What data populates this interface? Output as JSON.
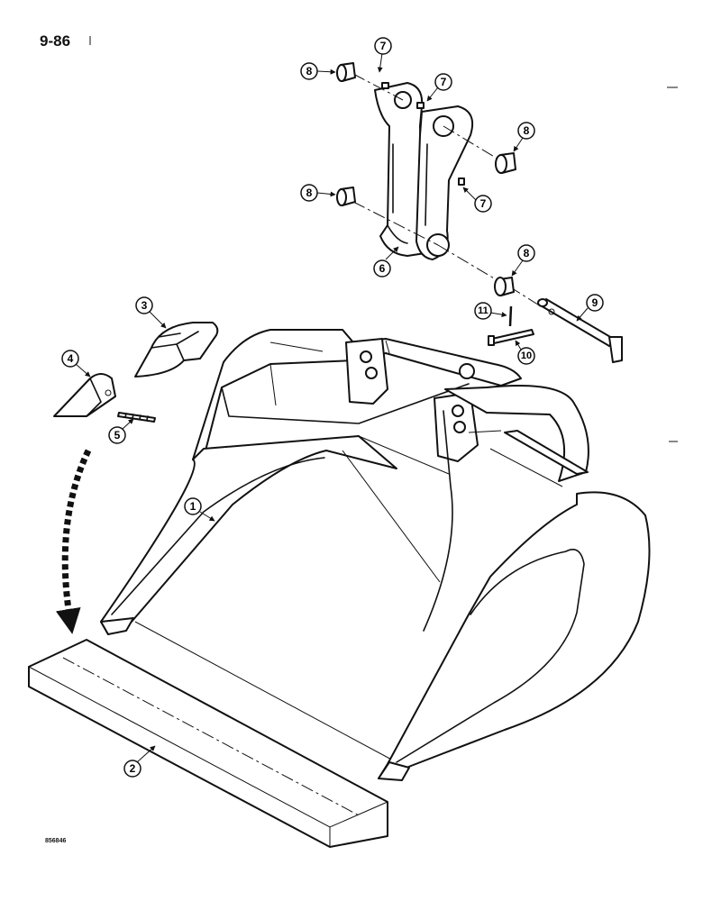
{
  "page_number": "9-86",
  "figure_code": "856846",
  "callouts": {
    "c1": "1",
    "c2": "2",
    "c3": "3",
    "c4": "4",
    "c5": "5",
    "c6": "6",
    "c7a": "7",
    "c7b": "7",
    "c7c": "7",
    "c8a": "8",
    "c8b": "8",
    "c8c": "8",
    "c8d": "8",
    "c9": "9",
    "c10": "10",
    "c11": "11"
  }
}
